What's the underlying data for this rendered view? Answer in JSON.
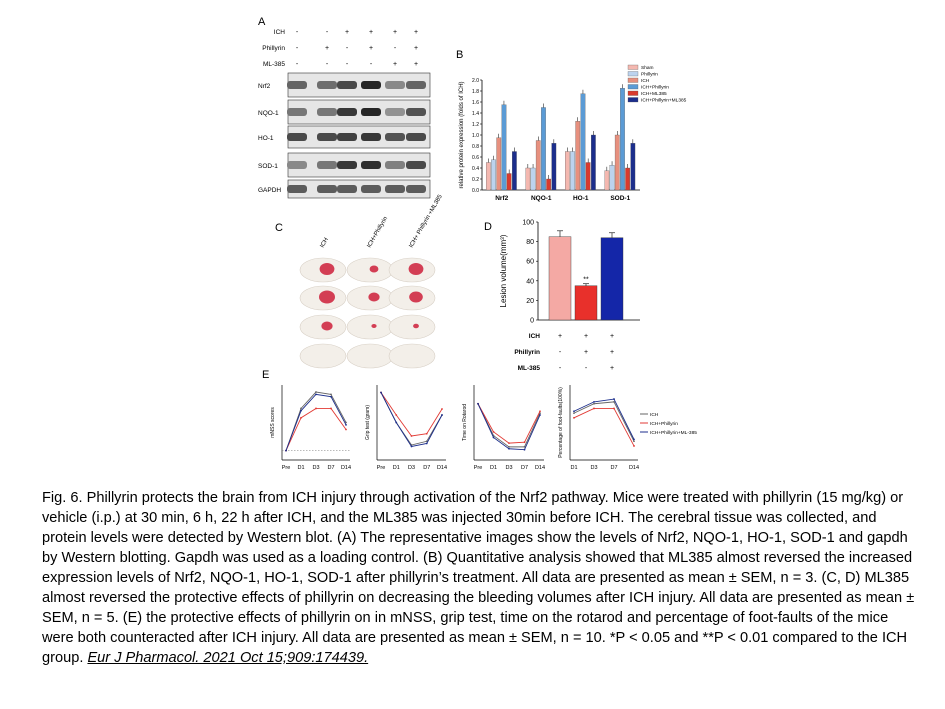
{
  "panel_letters": {
    "a": "A",
    "b": "B",
    "c": "C",
    "d": "D",
    "e": "E"
  },
  "panelA": {
    "treat_rows": [
      {
        "label": "ICH",
        "signs": [
          "-",
          "-",
          "+",
          "+",
          "+",
          "+"
        ]
      },
      {
        "label": "Phillyrin",
        "signs": [
          "-",
          "+",
          "-",
          "+",
          "-",
          "+"
        ]
      },
      {
        "label": "ML-385",
        "signs": [
          "-",
          "-",
          "-",
          "-",
          "+",
          "+"
        ]
      }
    ],
    "blots": [
      "Nrf2",
      "NQO-1",
      "HO-1",
      "SOD-1",
      "GAPDH"
    ]
  },
  "panelC": {
    "groups": [
      "ICH",
      "ICH+Phillyrin",
      "ICH+ Phillyrin +ML385"
    ]
  },
  "panelD": {
    "treat_rows": [
      {
        "label": "ICH",
        "signs": [
          "+",
          "+",
          "+"
        ]
      },
      {
        "label": "Phillyrin",
        "signs": [
          "-",
          "+",
          "+"
        ]
      },
      {
        "label": "ML-385",
        "signs": [
          "-",
          "-",
          "+"
        ]
      }
    ]
  },
  "chart_data": [
    {
      "id": "B",
      "type": "bar",
      "ylabel": "relative protein  expression (folds of ICH)",
      "categories": [
        "Nrf2",
        "NQO-1",
        "HO-1",
        "SOD-1"
      ],
      "ylim": [
        0,
        2.0
      ],
      "yticks": [
        "0.0",
        "0.2",
        "0.4",
        "0.6",
        "0.8",
        "1.0",
        "1.2",
        "1.4",
        "1.6",
        "1.8",
        "2.0"
      ],
      "series": [
        {
          "name": "Sham",
          "color": "#f4b8b0",
          "values": [
            0.5,
            0.4,
            0.7,
            0.35
          ]
        },
        {
          "name": "Phillyrin",
          "color": "#bcd3ee",
          "values": [
            0.55,
            0.4,
            0.7,
            0.45
          ]
        },
        {
          "name": "ICH",
          "color": "#e7907e",
          "values": [
            0.95,
            0.9,
            1.25,
            1.0
          ]
        },
        {
          "name": "ICH+Phillyrin",
          "color": "#5b9bd5",
          "values": [
            1.55,
            1.5,
            1.75,
            1.85
          ]
        },
        {
          "name": "ICH+ML385",
          "color": "#d93a2e",
          "values": [
            0.3,
            0.2,
            0.5,
            0.4
          ]
        },
        {
          "name": "ICH+Phillyrin+ML385",
          "color": "#1c2e8c",
          "values": [
            0.7,
            0.85,
            1.0,
            0.85
          ]
        }
      ]
    },
    {
      "id": "D",
      "type": "bar",
      "ylabel": "Lesion volume(mm³)",
      "categories": [
        "ICH",
        "ICH+Phillyrin",
        "ICH+Phillyrin+ML-385"
      ],
      "values": [
        85,
        35,
        84
      ],
      "errors": [
        6,
        2,
        5
      ],
      "colors": [
        "#f4a9a4",
        "#e8302b",
        "#1426a8"
      ],
      "ylim": [
        0,
        100
      ],
      "yticks": [
        "0",
        "20",
        "40",
        "60",
        "80",
        "100"
      ],
      "annotation": "**"
    },
    {
      "id": "E1",
      "type": "line",
      "ylabel": "mNSS scores",
      "x": [
        "Pre",
        "D1",
        "D3",
        "D7",
        "D14"
      ],
      "ylim": [
        -2,
        14
      ],
      "series": [
        {
          "name": "ICH",
          "color": "#666666",
          "values": [
            0,
            9,
            12.5,
            12,
            6
          ]
        },
        {
          "name": "ICH+Phillyrin",
          "color": "#e23a34",
          "values": [
            0,
            7,
            9,
            9,
            4.5
          ]
        },
        {
          "name": "ICH+Phillyrin+ML-385",
          "color": "#1c2e8c",
          "values": [
            0,
            8.5,
            12,
            11.5,
            5.5
          ]
        }
      ]
    },
    {
      "id": "E2",
      "type": "line",
      "ylabel": "Grip test (gram)",
      "x": [
        "Pre",
        "D1",
        "D3",
        "D7",
        "D14"
      ],
      "ylim": [
        50,
        150
      ],
      "series": [
        {
          "name": "ICH",
          "color": "#666666",
          "values": [
            140,
            100,
            70,
            75,
            110
          ]
        },
        {
          "name": "ICH+Phillyrin",
          "color": "#e23a34",
          "values": [
            140,
            110,
            82,
            85,
            118
          ]
        },
        {
          "name": "ICH+Phillyrin+ML-385",
          "color": "#1c2e8c",
          "values": [
            140,
            100,
            68,
            72,
            110
          ]
        }
      ]
    },
    {
      "id": "E3",
      "type": "line",
      "ylabel": "Time on Rotarod",
      "x": [
        "Pre",
        "D1",
        "D3",
        "D7",
        "D14"
      ],
      "ylim": [
        0,
        400
      ],
      "series": [
        {
          "name": "ICH",
          "color": "#666666",
          "values": [
            300,
            130,
            70,
            70,
            250
          ]
        },
        {
          "name": "ICH+Phillyrin",
          "color": "#e23a34",
          "values": [
            300,
            150,
            90,
            95,
            260
          ]
        },
        {
          "name": "ICH+Phillyrin+ML-385",
          "color": "#1c2e8c",
          "values": [
            300,
            120,
            60,
            55,
            240
          ]
        }
      ]
    },
    {
      "id": "E4",
      "type": "line",
      "ylabel": "Percentage of foot-faults(100%)",
      "x": [
        "D1",
        "D3",
        "D7",
        "D14"
      ],
      "ylim": [
        0,
        80
      ],
      "series": [
        {
          "name": "ICH",
          "color": "#666666",
          "values": [
            50,
            60,
            62,
            20
          ]
        },
        {
          "name": "ICH+Phillyrin",
          "color": "#e23a34",
          "values": [
            45,
            55,
            55,
            15
          ]
        },
        {
          "name": "ICH+Phillyrin+ML-385",
          "color": "#1c2e8c",
          "values": [
            52,
            62,
            65,
            22
          ]
        }
      ]
    }
  ],
  "caption": {
    "text": "Fig. 6. Phillyrin protects the brain from ICH injury through activation of the Nrf2 pathway. Mice were treated with phillyrin (15 mg/kg) or vehicle (i.p.) at 30 min, 6 h, 22 h after ICH, and the ML385 was injected 30min before ICH. The cerebral tissue was collected, and protein levels were detected by Western blot. (A) The representative images show the levels of Nrf2, NQO-1, HO-1, SOD-1 and gapdh by Western blotting. Gapdh was used as a loading control. (B) Quantitative analysis showed that ML385 almost reversed the increased expression levels of Nrf2, NQO-1, HO-1, SOD-1 after phillyrin’s treatment. All data are presented as mean ± SEM, n = 3. (C, D) ML385 almost reversed the protective effects of phillyrin on decreasing the bleeding volumes after ICH injury. All data are presented as mean ± SEM, n = 5. (E) the protective effects of phillyrin on in mNSS, grip test, time on the rotarod and percentage of foot-faults of the mice were both counteracted after ICH injury. All data are presented as mean ± SEM, n = 10. *P < 0.05 and **P < 0.01 compared to the ICH group. ",
    "citation": "Eur J Pharmacol. 2021 Oct 15;909:174439."
  }
}
